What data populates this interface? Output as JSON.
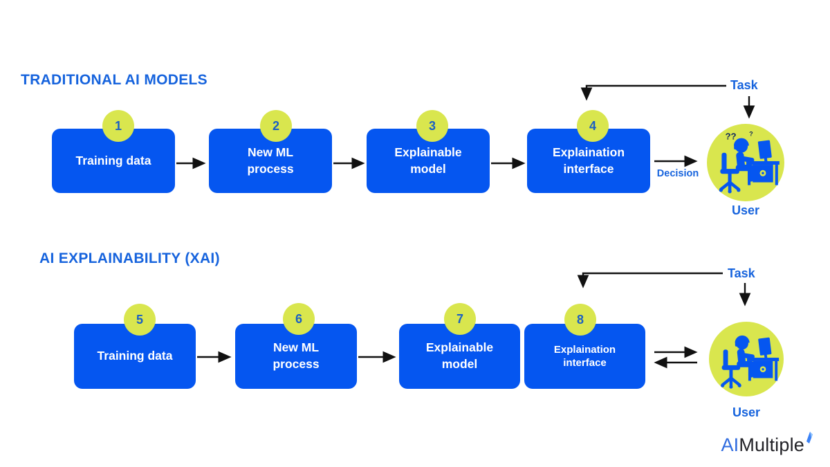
{
  "colors": {
    "box_blue": "#0556f0",
    "badge_yellow_green": "#d9e64e",
    "heading_blue": "#1663dd",
    "badge_number_blue": "#1a5fc4",
    "arrow_black": "#111111",
    "logo_blue": "#2f6bdf",
    "logo_dark": "#222227"
  },
  "sections": [
    {
      "heading": "TRADITIONAL AI MODELS",
      "task_label": "Task",
      "decision_label": "Decision",
      "user_label": "User",
      "user_marks": {
        "double": "??",
        "single": "?"
      },
      "steps": [
        {
          "number": "1",
          "label": "Training data"
        },
        {
          "number": "2",
          "label": "New ML process"
        },
        {
          "number": "3",
          "label": "Explainable model"
        },
        {
          "number": "4",
          "label": "Explaination interface"
        }
      ]
    },
    {
      "heading": "AI EXPLAINABILITY (XAI)",
      "task_label": "Task",
      "user_label": "User",
      "steps": [
        {
          "number": "5",
          "label": "Training data"
        },
        {
          "number": "6",
          "label": "New ML process"
        },
        {
          "number": "7",
          "label": "Explainable model"
        },
        {
          "number": "8",
          "label": "Explaination interface"
        }
      ]
    }
  ],
  "logo": {
    "prefix": "AI",
    "suffix": "Multiple"
  }
}
